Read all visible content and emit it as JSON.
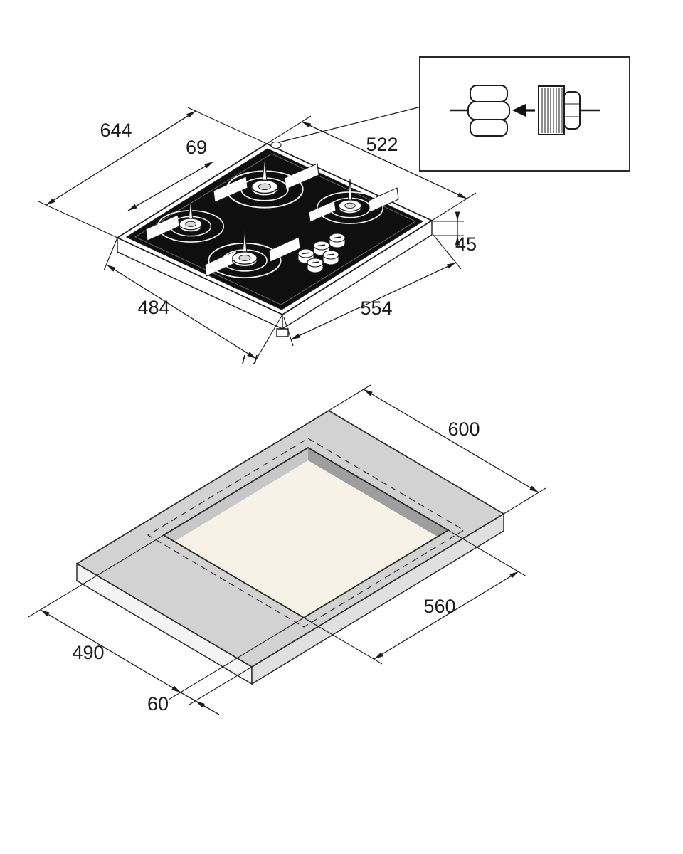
{
  "colors": {
    "background": "#ffffff",
    "line": "#1c1c1c",
    "glass": "#0f0f0f",
    "worktop": "#d2d2d2",
    "worktop_side_left": "#f4f4f4",
    "worktop_side_right": "#e0e0e0",
    "cutout_floor": "#f6f2e7",
    "cutout_wall_right": "#9e9e9e",
    "cutout_wall_left": "#c7c7c7"
  },
  "hob_view": {
    "name": "gas-hob-isometric-view",
    "dims": {
      "total_width": "644",
      "gas_inlet_offset": "69",
      "total_depth": "522",
      "built_in_height": "45",
      "body_width": "484",
      "body_depth": "554"
    }
  },
  "detail_inset": {
    "name": "gas-connection-detail",
    "left_fitting_icon": "hose-union-fitting-icon",
    "arrow_icon": "left-arrow-icon",
    "right_fitting_icon": "threaded-adapter-icon"
  },
  "cutout_view": {
    "name": "worktop-cutout-isometric-view",
    "dims": {
      "worktop_depth": "600",
      "cutout_width": "560",
      "cutout_depth": "490",
      "front_edge_distance": "60"
    }
  }
}
